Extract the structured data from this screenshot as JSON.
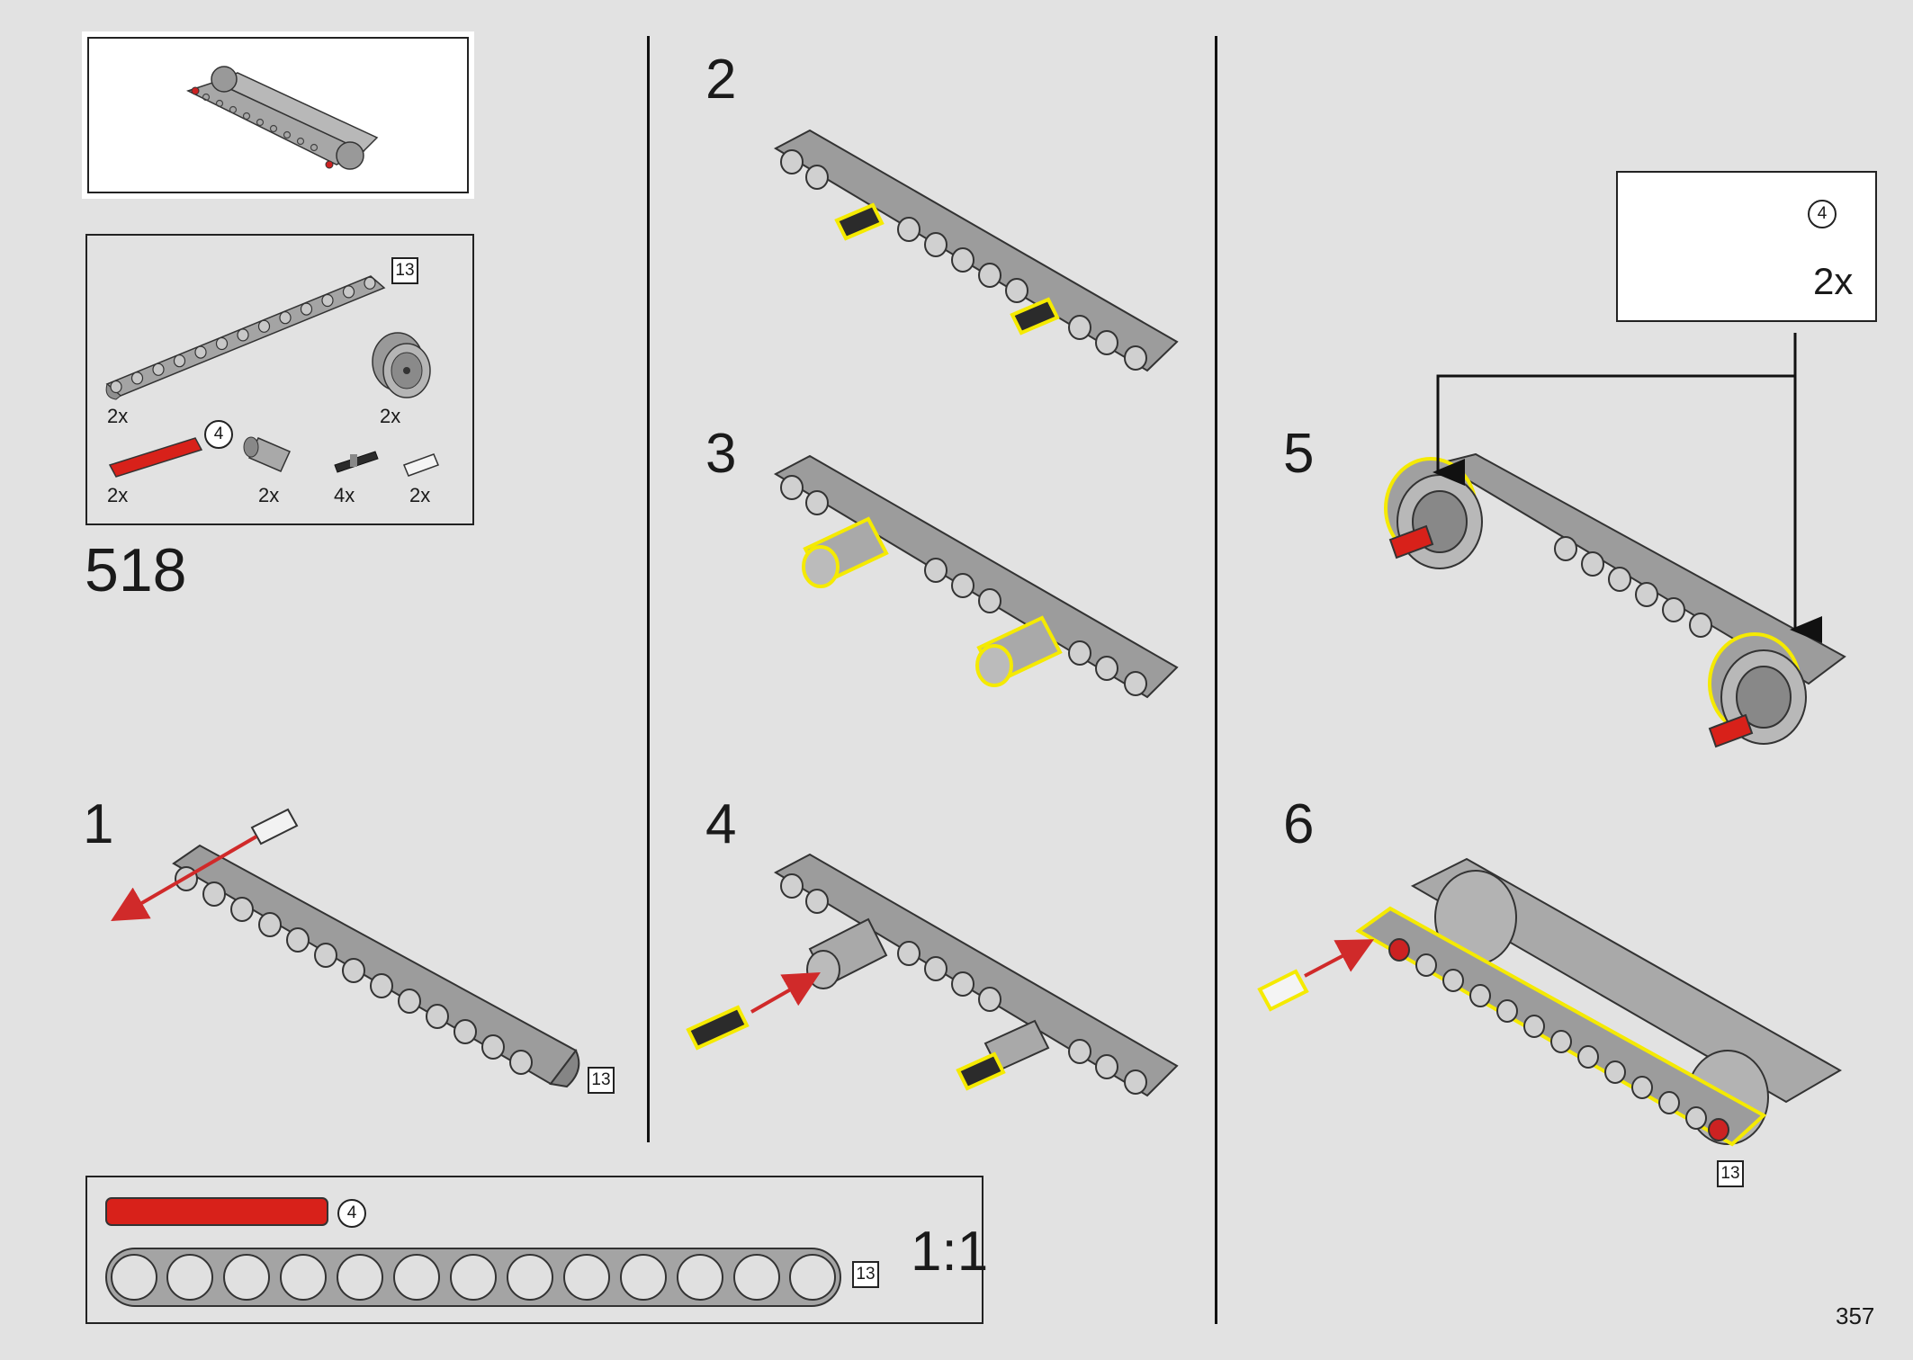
{
  "set_number": "518",
  "page_number": "357",
  "parts_list": [
    {
      "part": "beam-13",
      "count": "2x",
      "tag": "13"
    },
    {
      "part": "wheel-hub",
      "count": "2x"
    },
    {
      "part": "axle-4",
      "count": "2x",
      "tag": "4"
    },
    {
      "part": "connector-tube",
      "count": "2x"
    },
    {
      "part": "friction-pin-black",
      "count": "4x"
    },
    {
      "part": "pin-white",
      "count": "2x"
    }
  ],
  "steps": [
    {
      "number": "1",
      "tag": "13"
    },
    {
      "number": "2"
    },
    {
      "number": "3"
    },
    {
      "number": "4"
    },
    {
      "number": "5",
      "callout": {
        "tag": "4",
        "count": "2x"
      }
    },
    {
      "number": "6",
      "tag": "13"
    }
  ],
  "scale_box": {
    "axle_tag": "4",
    "beam_tag": "13",
    "scale": "1:1"
  },
  "colors": {
    "background": "#e2e2e2",
    "part_grey": "#9a9a9a",
    "highlight": "#f5ea00",
    "axle_red": "#d8211a",
    "arrow_red": "#d02a2a"
  }
}
